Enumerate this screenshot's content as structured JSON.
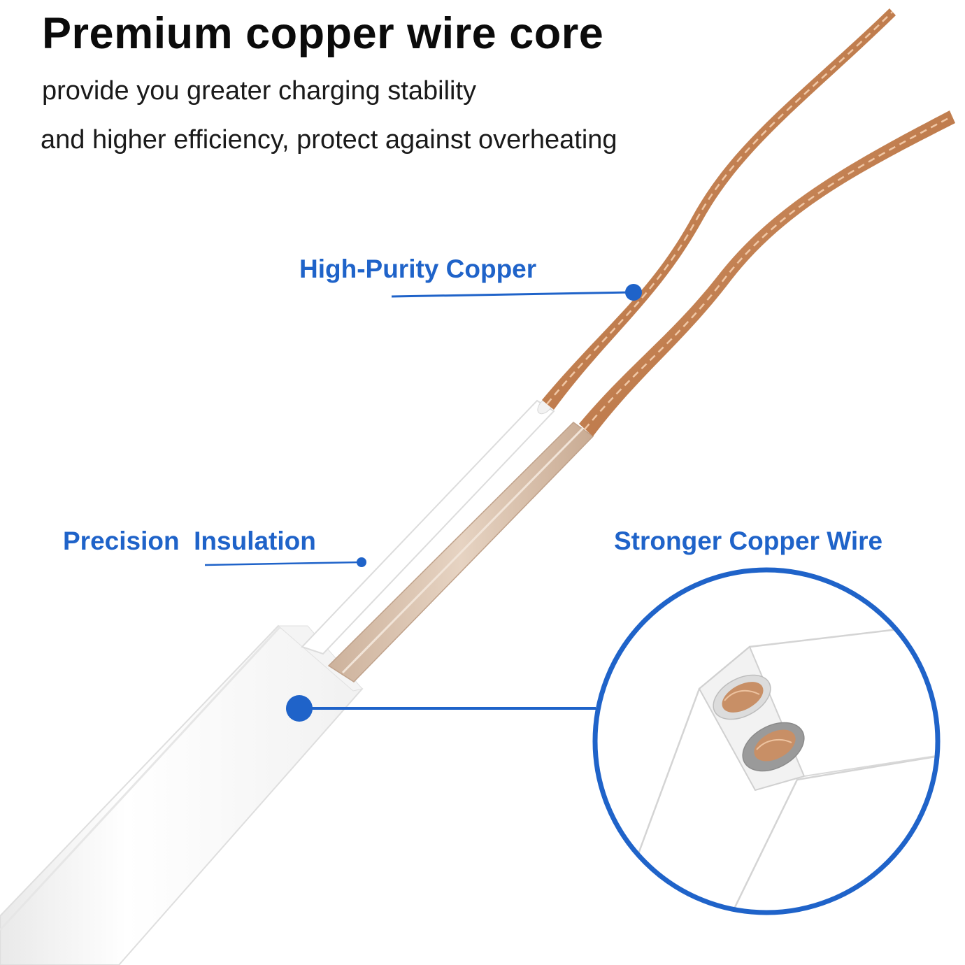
{
  "headline": "Premium copper wire core",
  "subheadline_lines": [
    "provide you greater charging stability",
    "and higher efficiency, protect against overheating"
  ],
  "callouts": {
    "copper": "High-Purity Copper",
    "insulation": "Precision  Insulation",
    "stronger": "Stronger Copper Wire"
  },
  "colors": {
    "accent_blue": "#1f63c9",
    "copper": "#c98a5a",
    "headline": "#0b0b0b",
    "background": "#ffffff"
  },
  "icons": {
    "callout_marker": "dot-marker",
    "detail_view": "magnifier-circle"
  }
}
